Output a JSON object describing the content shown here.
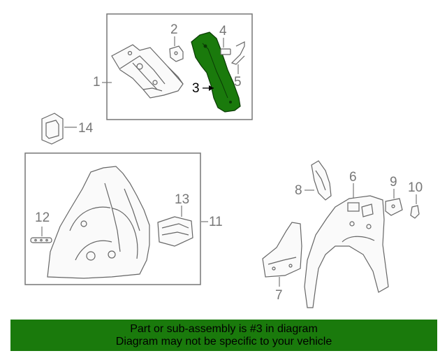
{
  "callouts": {
    "c1": "1",
    "c2": "2",
    "c3": "3",
    "c4": "4",
    "c5": "5",
    "c6": "6",
    "c7": "7",
    "c8": "8",
    "c9": "9",
    "c10": "10",
    "c11": "11",
    "c12": "12",
    "c13": "13",
    "c14": "14"
  },
  "highlighted_part": "3",
  "colors": {
    "highlight": "#1a7a0c",
    "line": "#666666",
    "banner": "#1a7a0c"
  },
  "banner": {
    "line1": "Part or sub-assembly is #3 in diagram",
    "line2": "Diagram may not be specific to your vehicle"
  }
}
